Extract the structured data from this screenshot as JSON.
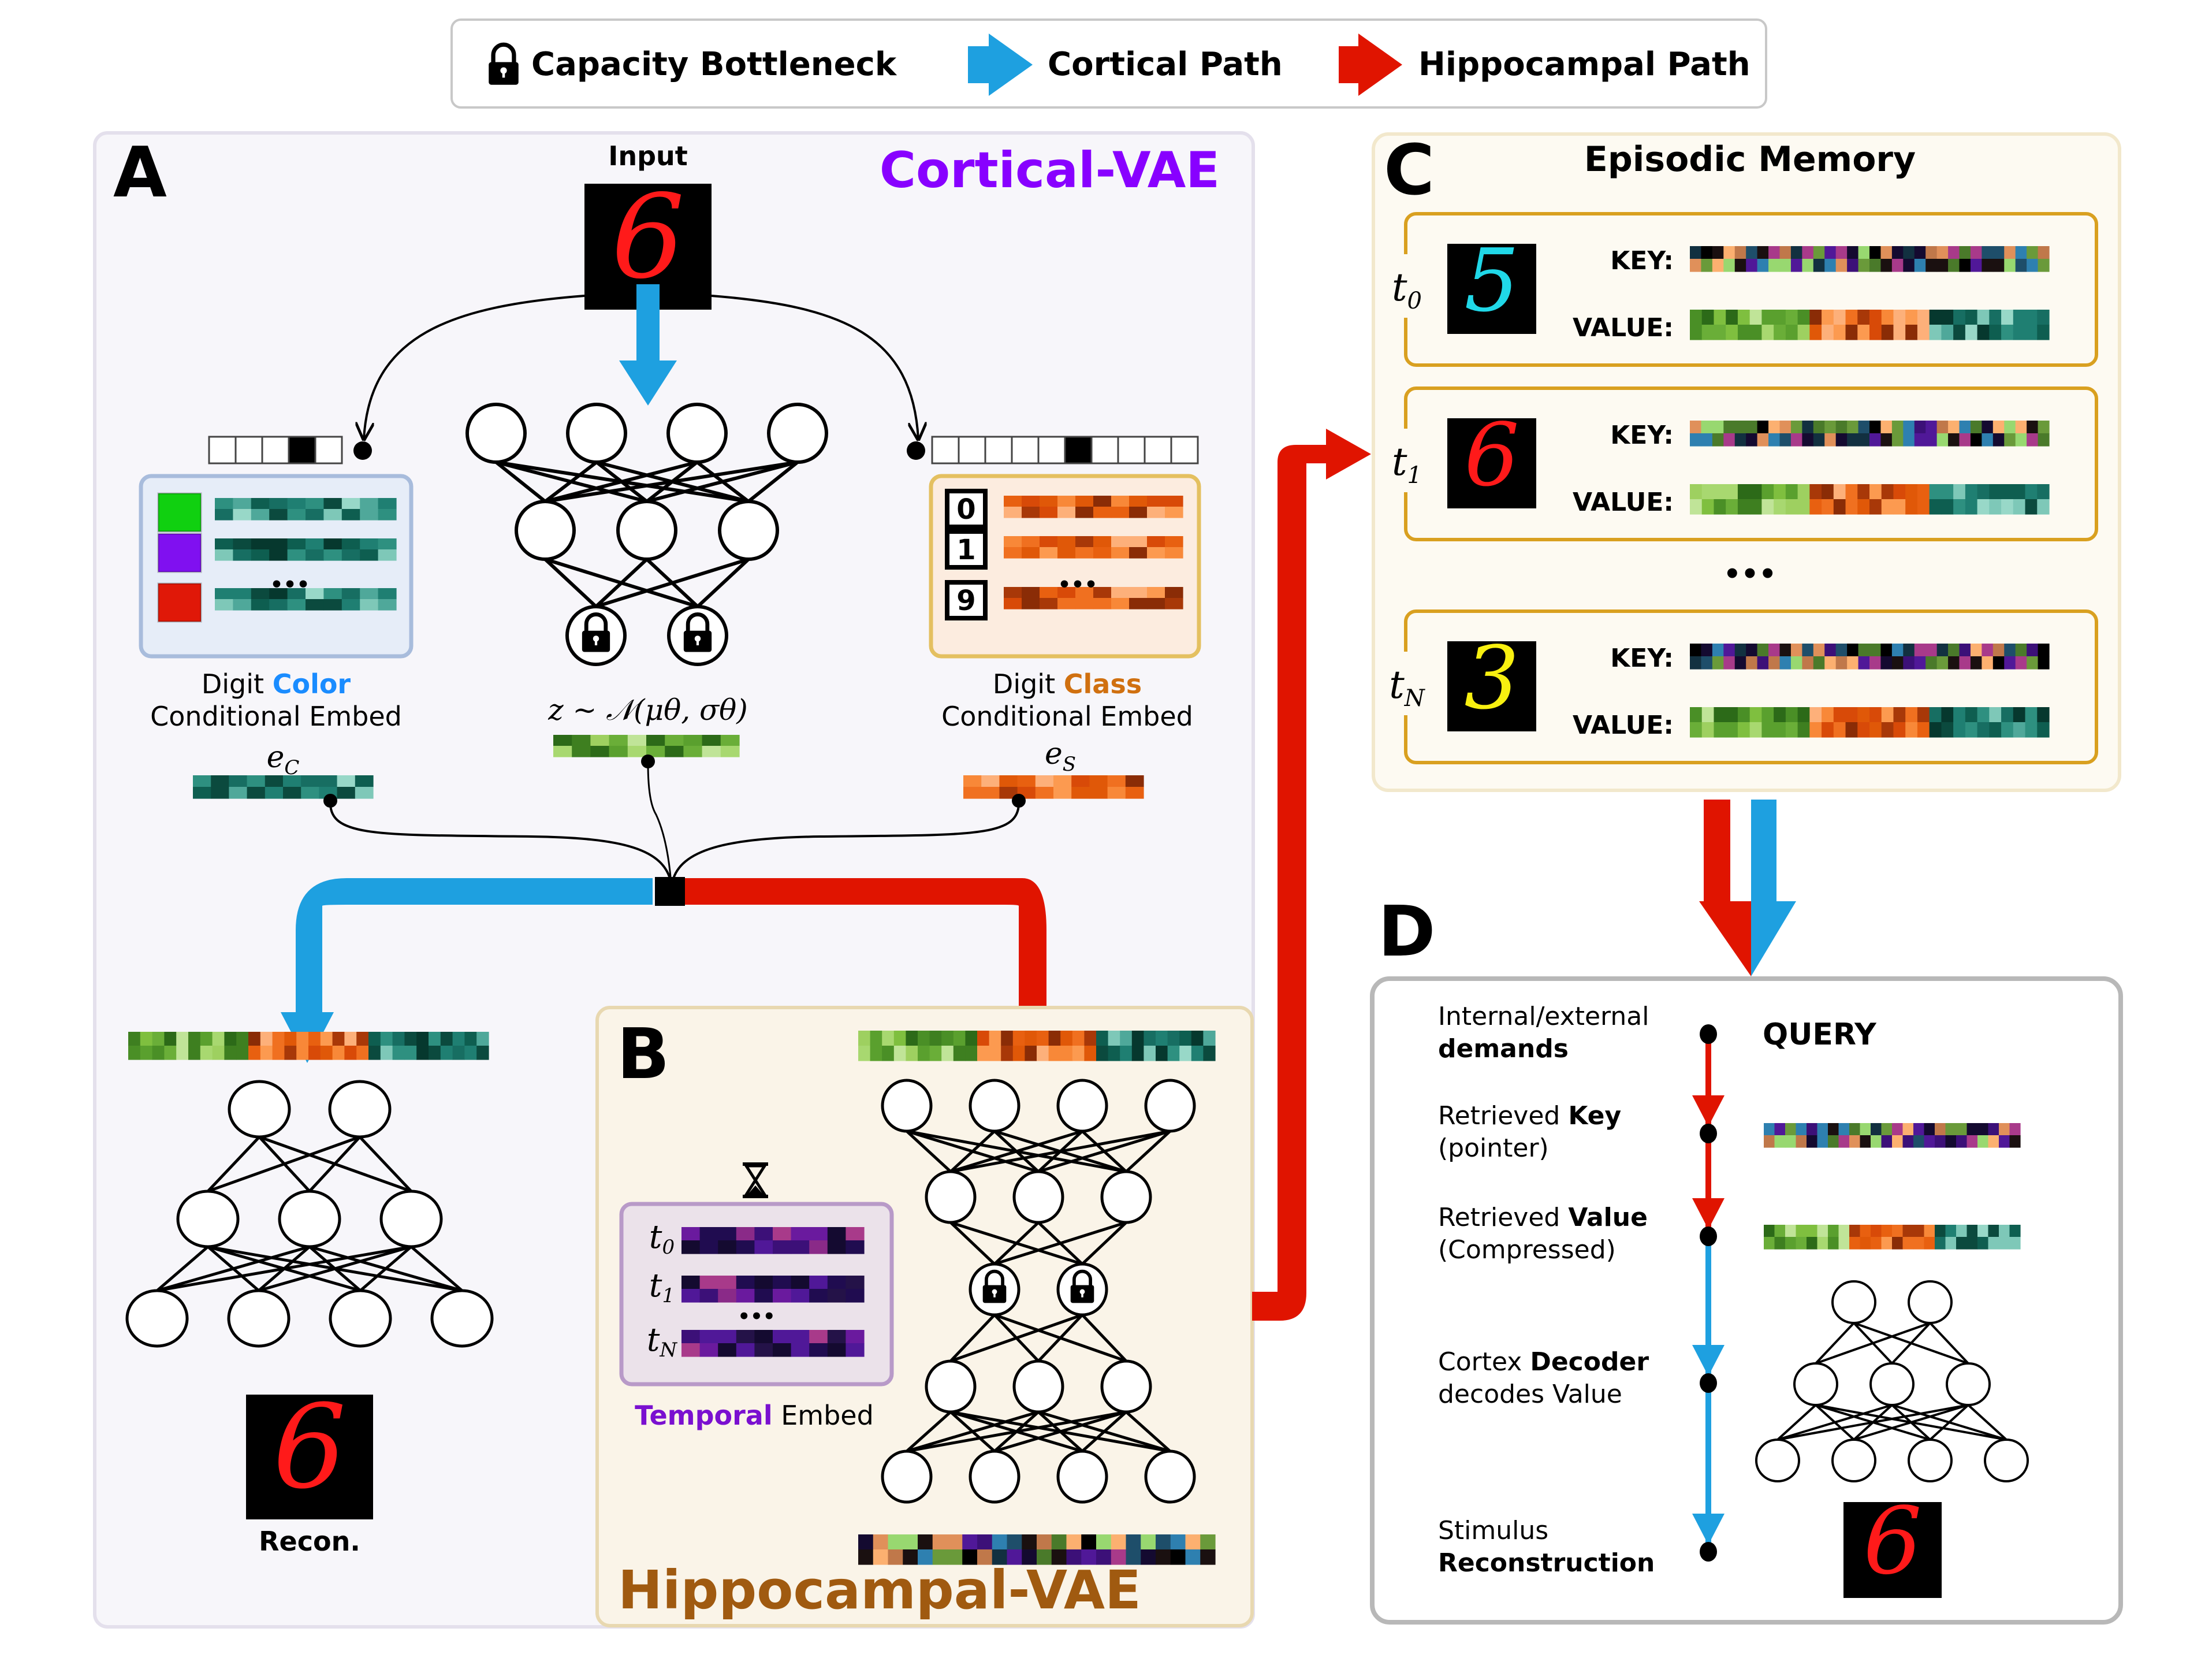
{
  "legend": {
    "items": [
      {
        "icon": "lock-icon",
        "label": "Capacity Bottleneck"
      },
      {
        "icon": "blue-arrow-icon",
        "label": "Cortical Path"
      },
      {
        "icon": "red-arrow-icon",
        "label": "Hippocampal Path"
      }
    ]
  },
  "colors": {
    "cortical_path": "#1ea0e0",
    "hippocampal_path": "#e01400",
    "cortical_title": "#8800ff",
    "hippocampal_title": "#a05a10",
    "color_word": "#1a8cff",
    "class_word": "#d07010",
    "temporal_word": "#7a10d0",
    "panelA_bg": "#f7f6fa",
    "panelA_border": "#e4e0ec",
    "panelB_bg": "#faf4e8",
    "panelB_border": "#e8d8b0",
    "panelC_bg": "#fdfaf2",
    "panelC_border": "#f2e8cc",
    "memory_slot_border": "#d9a020",
    "color_embed_bg": "#e6edf8",
    "color_embed_border": "#a8bcdc",
    "class_embed_bg": "#fcecdf",
    "class_embed_border": "#e4c060",
    "temporal_embed_bg": "#ebe2ea",
    "temporal_embed_border": "#b89ac8"
  },
  "panelA": {
    "letter": "A",
    "title": "Cortical-VAE",
    "input_label": "Input",
    "input_digit": "6",
    "input_digit_color": "#ff1a1a",
    "color_onehot": {
      "cells": 5,
      "active": 3
    },
    "class_onehot": {
      "cells": 10,
      "active": 5
    },
    "color_embed": {
      "swatches": [
        "#10d010",
        "#8010f0",
        "#e01808"
      ],
      "ellipsis": "•••",
      "caption_prefix": "Digit ",
      "caption_highlight": "Color",
      "caption_line2": "Conditional Embed",
      "symbol": "e",
      "symbol_sub": "C"
    },
    "class_embed": {
      "digits": [
        "0",
        "1",
        "9"
      ],
      "ellipsis": "•••",
      "caption_prefix": "Digit ",
      "caption_highlight": "Class",
      "caption_line2": "Conditional Embed",
      "symbol": "e",
      "symbol_sub": "S"
    },
    "latent_formula": "z ~ 𝒩(μθ, σθ)",
    "recon_label": "Recon.",
    "recon_digit": "6"
  },
  "panelB": {
    "letter": "B",
    "title": "Hippocampal-VAE",
    "temporal_rows": [
      "t",
      "t",
      "t"
    ],
    "temporal_subs": [
      "0",
      "1",
      "N"
    ],
    "ellipsis": "•••",
    "temporal_caption_highlight": "Temporal",
    "temporal_caption_rest": " Embed",
    "hourglass_icon": "hourglass-icon"
  },
  "panelC": {
    "letter": "C",
    "title": "Episodic Memory",
    "key_label": "KEY:",
    "value_label": "VALUE:",
    "ellipsis": "•••",
    "slots": [
      {
        "time": "t",
        "sub": "0",
        "digit": "5",
        "digit_color": "#20d8e8"
      },
      {
        "time": "t",
        "sub": "1",
        "digit": "6",
        "digit_color": "#ff1a1a"
      },
      {
        "time": "t",
        "sub": "N",
        "digit": "3",
        "digit_color": "#f8f010"
      }
    ]
  },
  "panelD": {
    "letter": "D",
    "query_label": "QUERY",
    "steps": [
      {
        "line1": "Internal/external",
        "line1_bold": "",
        "line2": "demands",
        "line2_bold": true
      },
      {
        "line1": "Retrieved ",
        "line1_bold": "Key",
        "line2": "(pointer)",
        "line2_bold": false
      },
      {
        "line1": "Retrieved ",
        "line1_bold": "Value",
        "line2": "(Compressed)",
        "line2_bold": false
      },
      {
        "line1": "Cortex ",
        "line1_bold": "Decoder",
        "line2": "decodes Value",
        "line2_bold": false
      },
      {
        "line1": "Stimulus",
        "line1_bold": "",
        "line2": "Reconstruction",
        "line2_bold": true
      }
    ],
    "recon_digit": "6"
  },
  "palettes": {
    "teal": [
      "#0b4a3e",
      "#0e5e50",
      "#176e62",
      "#1f7f72",
      "#2e9080",
      "#4fa89a",
      "#7ec8b8",
      "#98d8c8",
      "#06382e"
    ],
    "orange": [
      "#f07020",
      "#a83808",
      "#d84a08",
      "#e05808",
      "#f88838",
      "#fc9a50",
      "#fdb07a",
      "#8a2c06",
      "#e86010"
    ],
    "green": [
      "#7fbf3f",
      "#9ed060",
      "#4a8f26",
      "#3e7f20",
      "#2c6a18",
      "#c0e498",
      "#5aa02e",
      "#a8d870",
      "#6aae38"
    ],
    "purple": [
      "#140a30",
      "#a83a8a",
      "#200c50",
      "#501898",
      "#3c1078",
      "#6a1a9e",
      "#241248",
      "#8a2a88"
    ],
    "key_mix": [
      "#1a1010",
      "#6a9a3a",
      "#4a7a2a",
      "#98d870",
      "#000000",
      "#e0905a",
      "#c0784a",
      "#fcb070",
      "#1e4e6a",
      "#2e80b0",
      "#123040",
      "#a83a8a",
      "#3c1078",
      "#140a30",
      "#501898"
    ]
  }
}
